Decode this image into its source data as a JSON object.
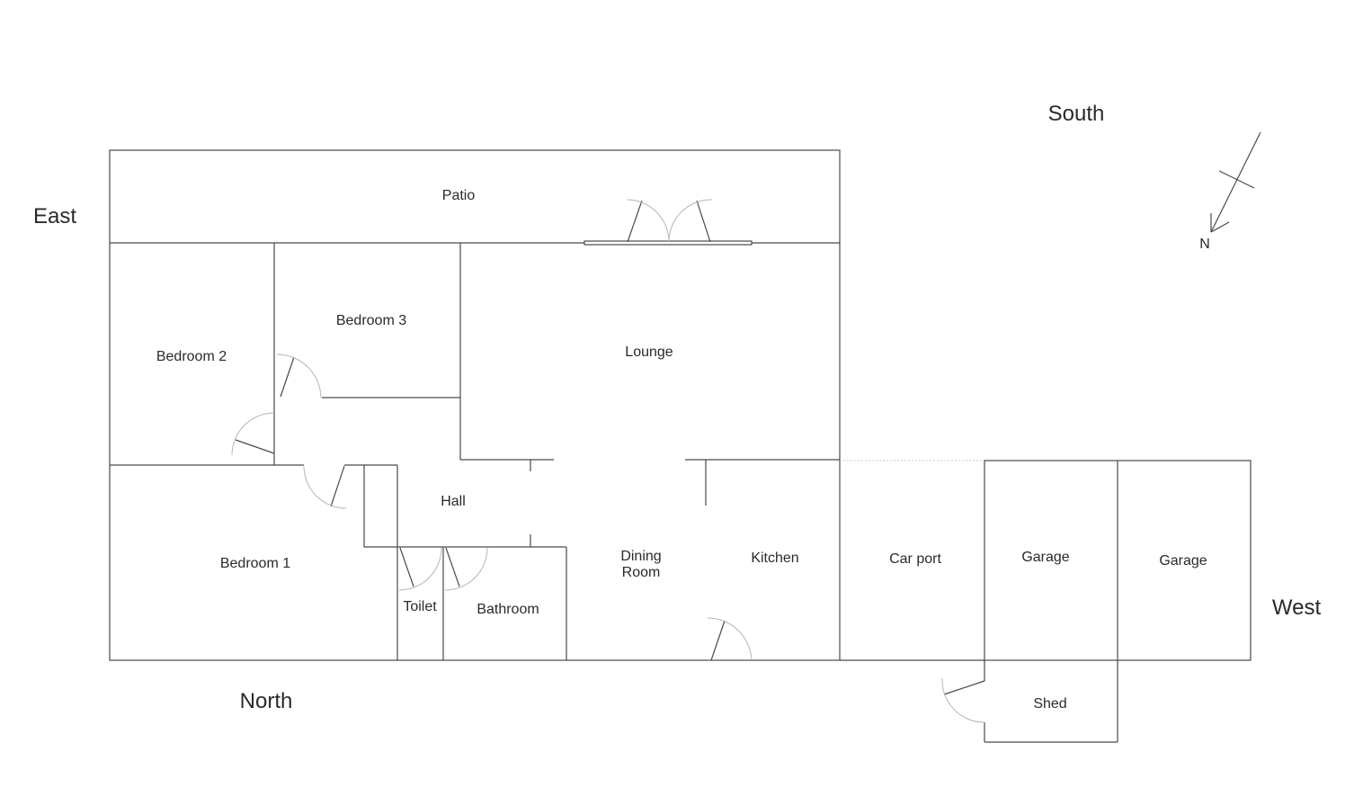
{
  "directions": {
    "south": "South",
    "east": "East",
    "west": "West",
    "north": "North"
  },
  "compass": {
    "label": "N"
  },
  "rooms": {
    "patio": "Patio",
    "bedroom3": "Bedroom 3",
    "bedroom2": "Bedroom 2",
    "lounge": "Lounge",
    "hall": "Hall",
    "bedroom1": "Bedroom 1",
    "toilet": "Toilet",
    "bathroom": "Bathroom",
    "dining_line1": "Dining",
    "dining_line2": "Room",
    "kitchen": "Kitchen",
    "carport": "Car port",
    "garage1": "Garage",
    "garage2": "Garage",
    "shed": "Shed"
  }
}
